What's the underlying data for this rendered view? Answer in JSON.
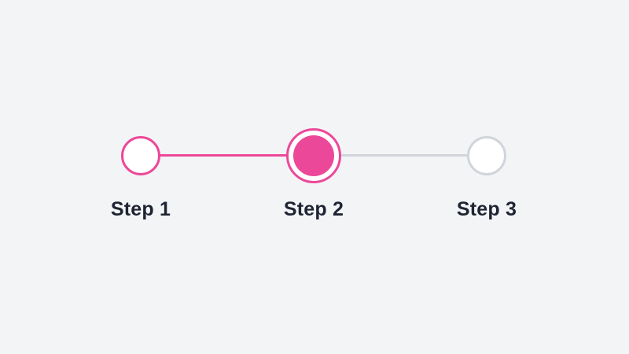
{
  "stepper": {
    "current_step": 2,
    "total_steps": 3,
    "colors": {
      "accent": "#ec4899",
      "inactive": "#d1d5db",
      "background": "#f3f4f6",
      "label": "#1f2433"
    },
    "steps": [
      {
        "label": "Step 1",
        "state": "completed"
      },
      {
        "label": "Step 2",
        "state": "current"
      },
      {
        "label": "Step 3",
        "state": "upcoming"
      }
    ]
  }
}
